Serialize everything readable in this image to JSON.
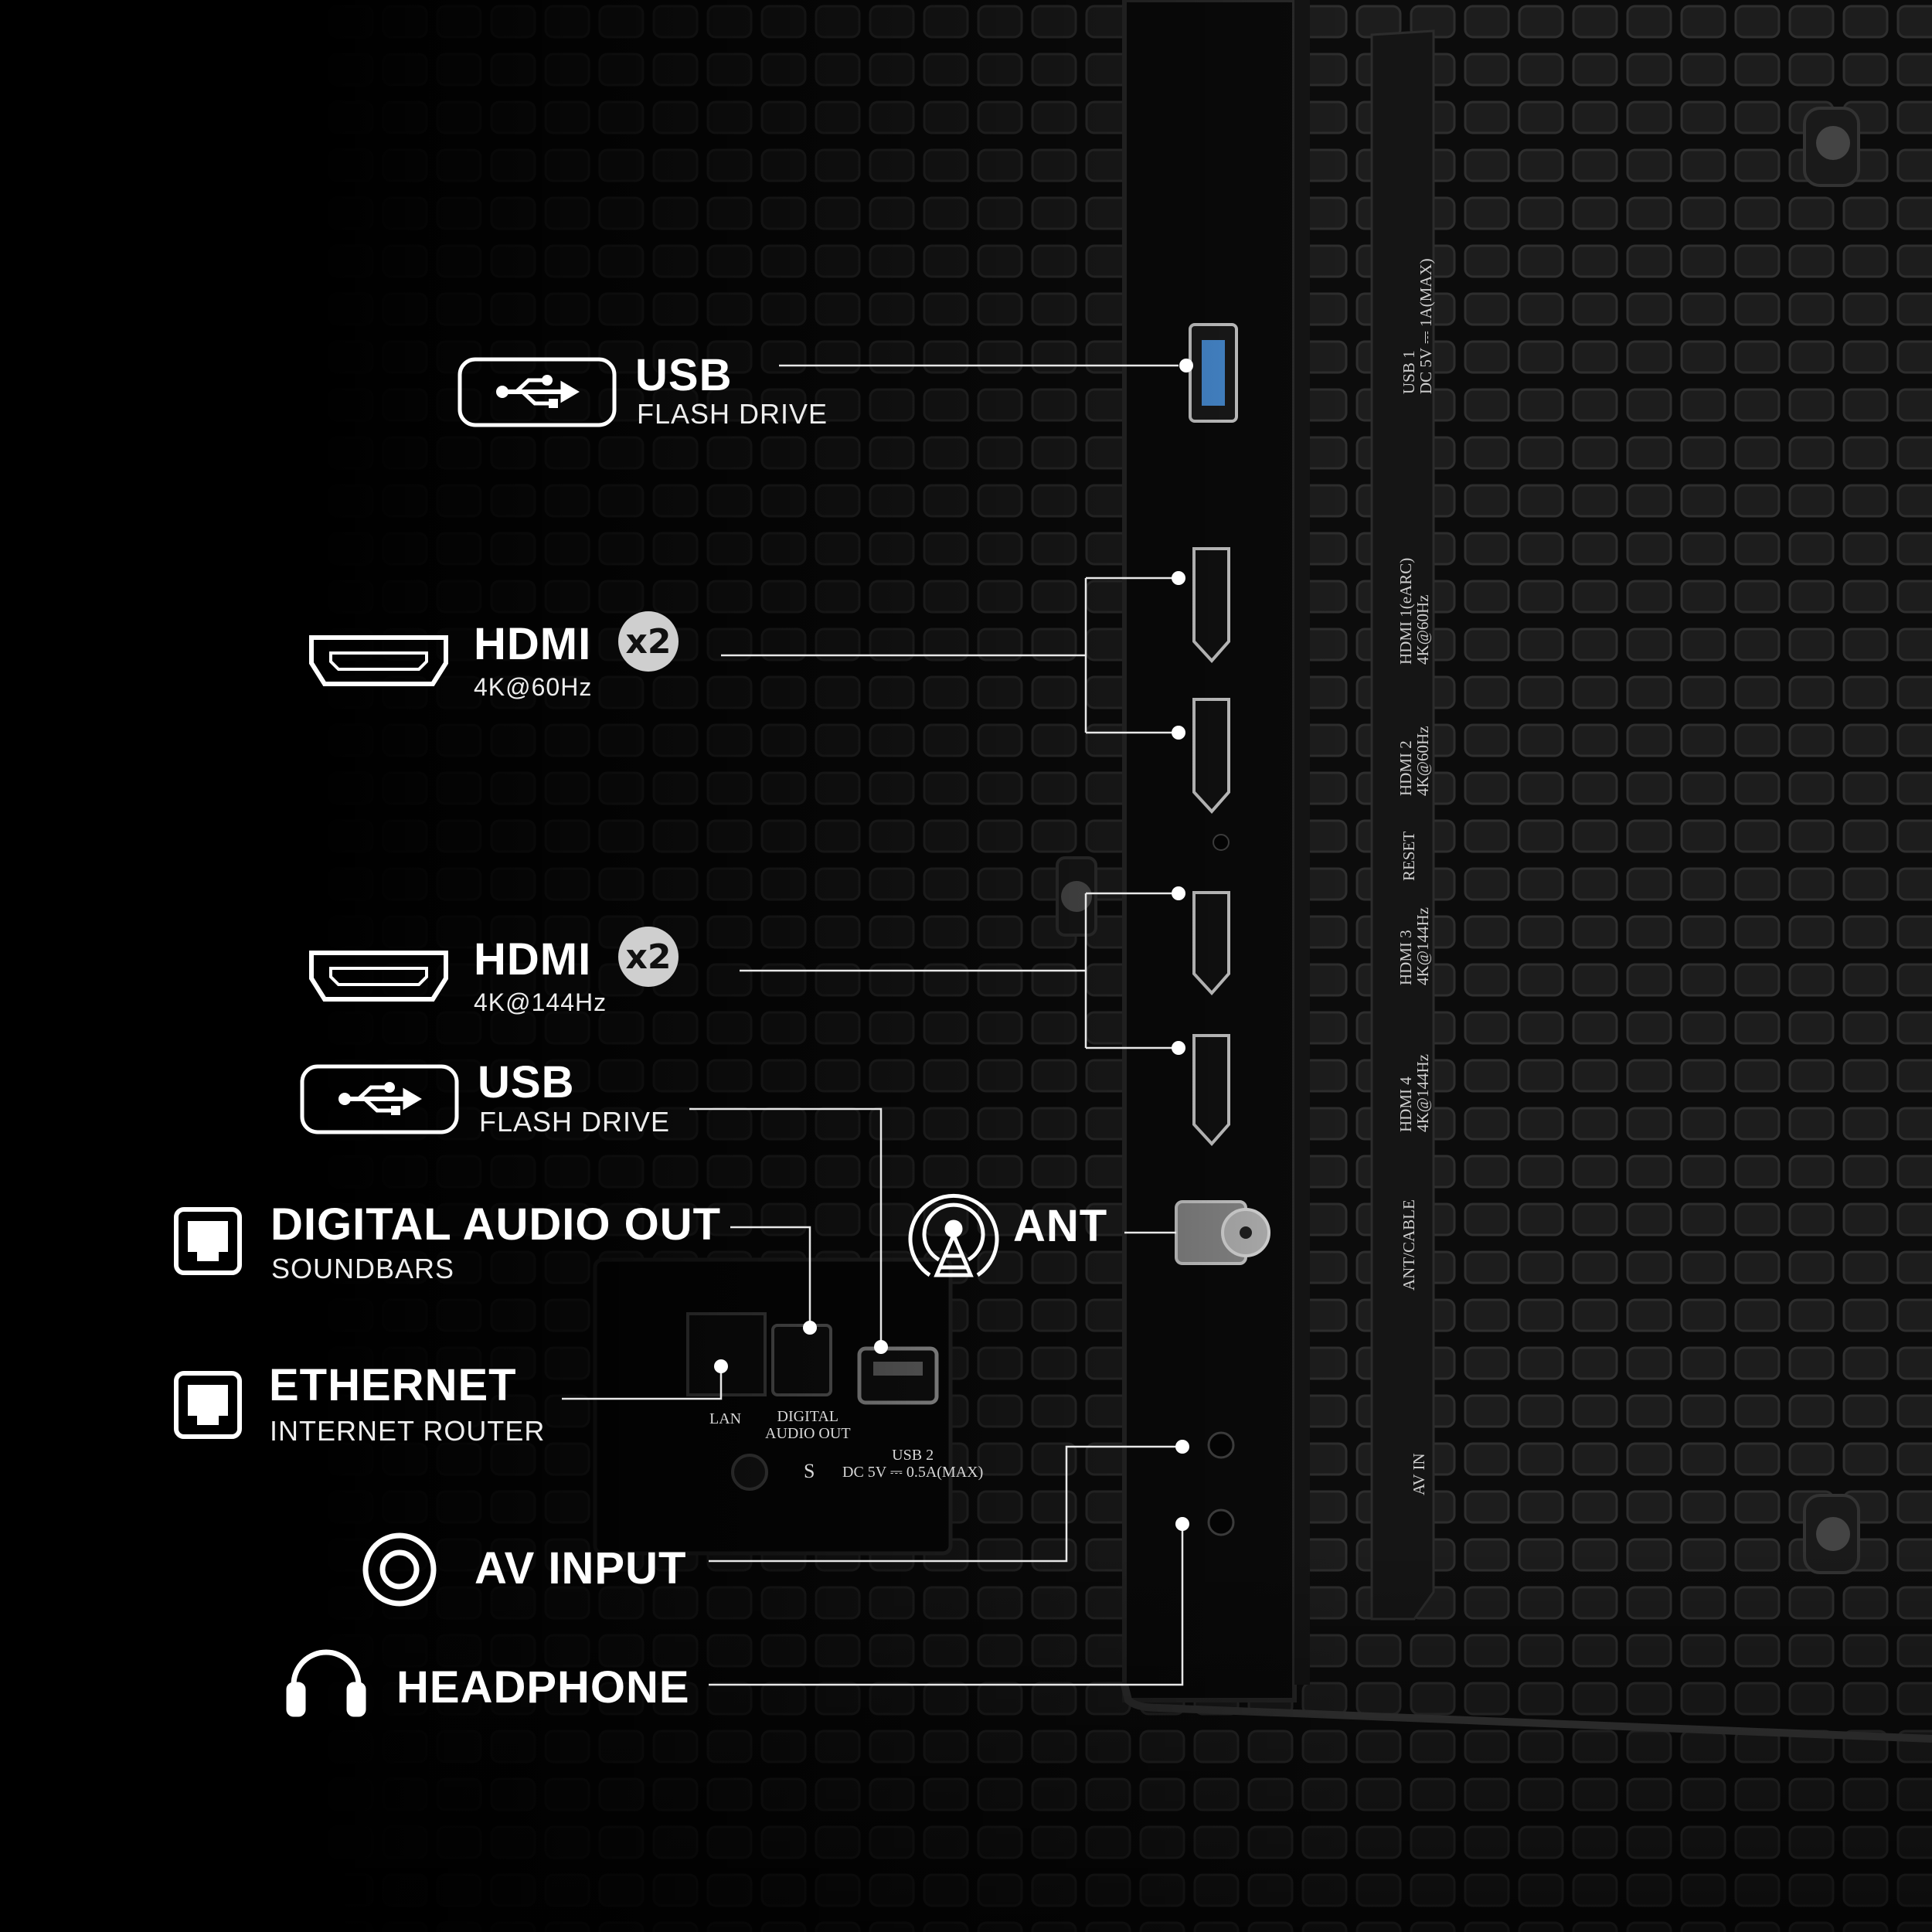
{
  "callouts": {
    "usb_top": {
      "title": "USB",
      "sub": "FLASH DRIVE"
    },
    "hdmi_60": {
      "title": "HDMI",
      "sub": "4K@60Hz",
      "badge": "x2"
    },
    "hdmi_144": {
      "title": "HDMI",
      "sub": "4K@144Hz",
      "badge": "x2"
    },
    "usb_bottom": {
      "title": "USB",
      "sub": "FLASH DRIVE"
    },
    "digital_audio": {
      "title": "DIGITAL AUDIO OUT",
      "sub": "SOUNDBARS"
    },
    "ethernet": {
      "title": "ETHERNET",
      "sub": "INTERNET ROUTER"
    },
    "ant": {
      "title": "ANT"
    },
    "av_input": {
      "title": "AV INPUT"
    },
    "headphone": {
      "title": "HEADPHONE"
    }
  },
  "port_plate": {
    "usb1": "USB 1",
    "usb1_rating": "DC 5V ⎓ 1A(MAX)",
    "hdmi1": "HDMI 1(eARC)",
    "hdmi1_spec": "4K@60Hz",
    "hdmi2": "HDMI 2",
    "hdmi2_spec": "4K@60Hz",
    "reset": "RESET",
    "hdmi3": "HDMI 3",
    "hdmi3_spec": "4K@144Hz",
    "hdmi4": "HDMI 4",
    "hdmi4_spec": "4K@144Hz",
    "ant_cable": "ANT/CABLE",
    "av_in": "AV IN"
  },
  "side_panel": {
    "lan": "LAN",
    "digital_audio_out_1": "DIGITAL",
    "digital_audio_out_2": "AUDIO OUT",
    "usb2": "USB 2",
    "usb2_rating": "DC 5V ⎓ 0.5A(MAX)",
    "screw_mark": "S"
  },
  "colors": {
    "background": "#000000",
    "text": "#ffffff",
    "badge": "#cfcfcf",
    "usb_port_accent": "#4a90d9"
  }
}
